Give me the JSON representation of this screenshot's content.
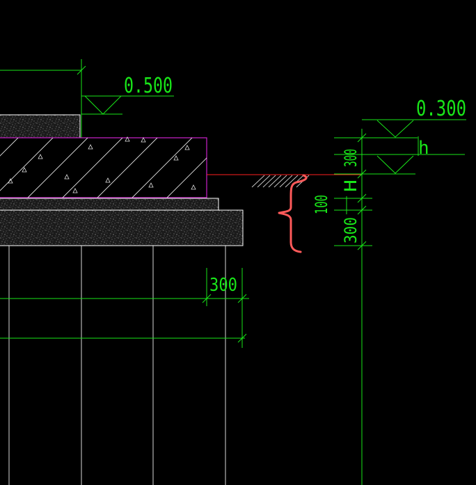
{
  "colors": {
    "background": "#000000",
    "dimension": "#19e619",
    "outline": "#ffffff",
    "layer_magenta": "#cc22cc",
    "ground_line": "#ff2020",
    "markup": "#ff5a5a",
    "hatch": "#cfcfcf"
  },
  "elevations": {
    "top_left": "0.500",
    "top_right": "0.300",
    "step_symbol": "h"
  },
  "dimensions": {
    "width_bottom": "300",
    "vertical_top": "300",
    "vertical_h": "H",
    "vertical_middle": "100",
    "vertical_bottom": "300"
  }
}
